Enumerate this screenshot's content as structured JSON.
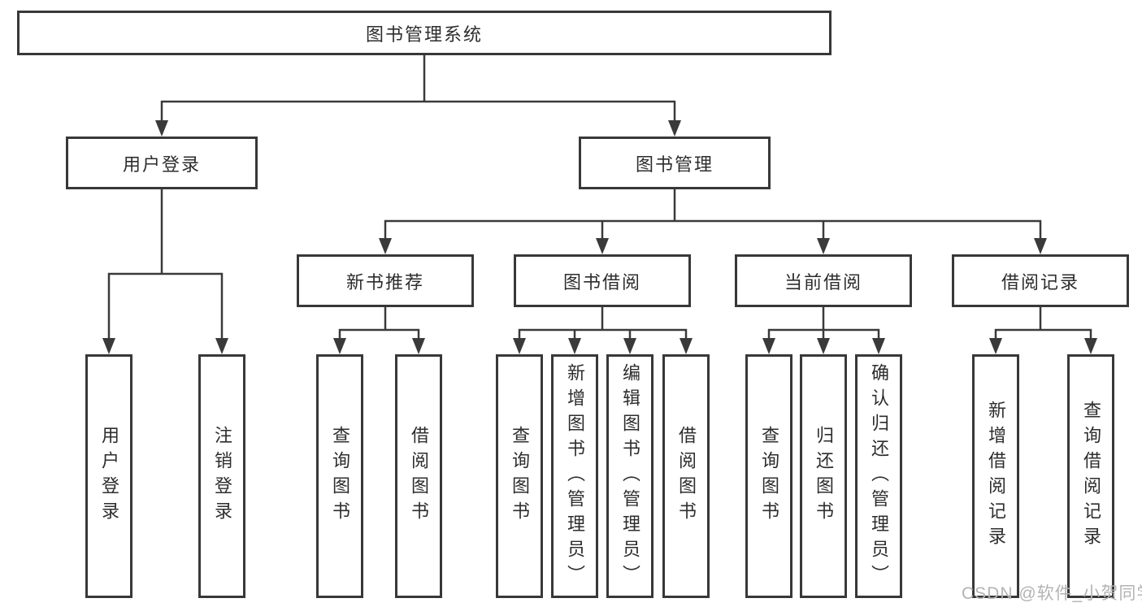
{
  "diagram": {
    "title": "图书管理系统",
    "branches": [
      {
        "label": "用户登录",
        "children": [
          {
            "label": "用户登录"
          },
          {
            "label": "注销登录"
          }
        ]
      },
      {
        "label": "图书管理",
        "children": [
          {
            "label": "新书推荐",
            "children": [
              {
                "label": "查询图书"
              },
              {
                "label": "借阅图书"
              }
            ]
          },
          {
            "label": "图书借阅",
            "children": [
              {
                "label": "查询图书"
              },
              {
                "label": "新增图书（管理员）"
              },
              {
                "label": "编辑图书（管理员）"
              },
              {
                "label": "借阅图书"
              }
            ]
          },
          {
            "label": "当前借阅",
            "children": [
              {
                "label": "查询图书"
              },
              {
                "label": "归还图书"
              },
              {
                "label": "确认归还（管理员）"
              }
            ]
          },
          {
            "label": "借阅记录",
            "children": [
              {
                "label": "新增借阅记录"
              },
              {
                "label": "查询借阅记录"
              }
            ]
          }
        ]
      }
    ]
  },
  "watermark": "CSDN @软件_小贺同学",
  "colors": {
    "line": "#3a3a3a",
    "box_border": "#383838",
    "text": "#2d2d2d",
    "watermark": "#b3b3b3",
    "background": "#ffffff"
  }
}
